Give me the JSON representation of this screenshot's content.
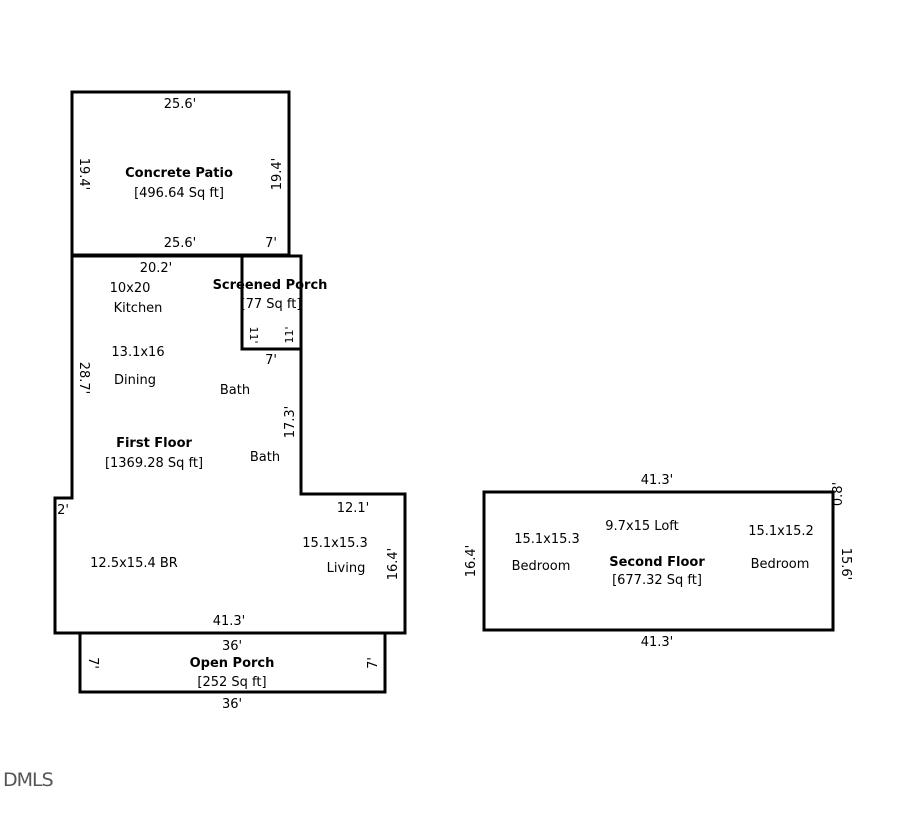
{
  "patio": {
    "name": "Concrete Patio",
    "area": "[496.64 Sq ft]",
    "top": "25.6'",
    "left": "19.4'",
    "right": "19.4'",
    "bottom": "25.6'"
  },
  "first_floor": {
    "name": "First Floor",
    "area": "[1369.28 Sq ft]",
    "dims": {
      "top": "20.2'",
      "left": "28.7'",
      "right_upper": "17.3'",
      "step_right": "12.1'",
      "step_left": "2'",
      "right_lower": "16.4'",
      "bottom": "41.3'"
    },
    "rooms": {
      "kitchen_size": "10x20",
      "kitchen": "Kitchen",
      "dining_size": "13.1x16",
      "dining": "Dining",
      "bath1": "Bath",
      "bath2": "Bath",
      "br": "12.5x15.4 BR",
      "living_size": "15.1x15.3",
      "living": "Living"
    }
  },
  "screened_porch": {
    "name": "Screened Porch",
    "area": "[77 Sq ft]",
    "top": "7'",
    "bottom": "7'",
    "left": "11'",
    "right": "11'"
  },
  "open_porch": {
    "name": "Open Porch",
    "area": "[252 Sq ft]",
    "top": "36'",
    "bottom": "36'",
    "left": "7'",
    "right": "7'"
  },
  "second_floor": {
    "name": "Second Floor",
    "area": "[677.32 Sq ft]",
    "dims": {
      "top": "41.3'",
      "bottom": "41.3'",
      "left": "16.4'",
      "right": "15.6'",
      "corner": "0.8'"
    },
    "rooms": {
      "bed1_size": "15.1x15.3",
      "bed1": "Bedroom",
      "loft": "9.7x15 Loft",
      "bed2_size": "15.1x15.2",
      "bed2": "Bedroom"
    }
  },
  "logo": "DMLS"
}
